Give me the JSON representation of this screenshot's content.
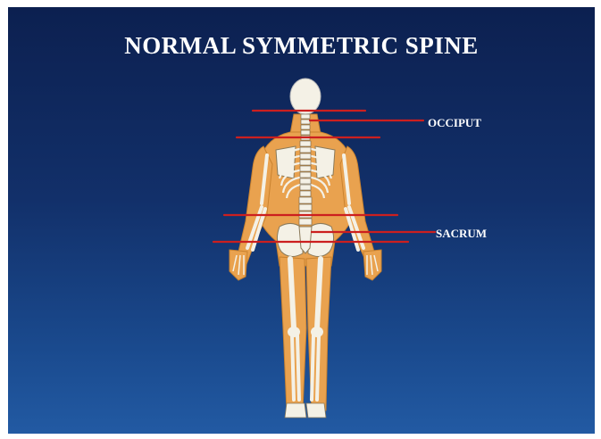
{
  "slide": {
    "title": "NORMAL SYMMETRIC SPINE",
    "labels": {
      "occiput": "OCCIPUT",
      "sacrum": "SACRUM"
    }
  },
  "colors": {
    "background_top": "#0c2050",
    "background_bottom": "#225aa3",
    "skin": "#e9a24f",
    "bone": "#f4f1e6",
    "line": "#cc1f1f",
    "text": "#ffffff"
  }
}
